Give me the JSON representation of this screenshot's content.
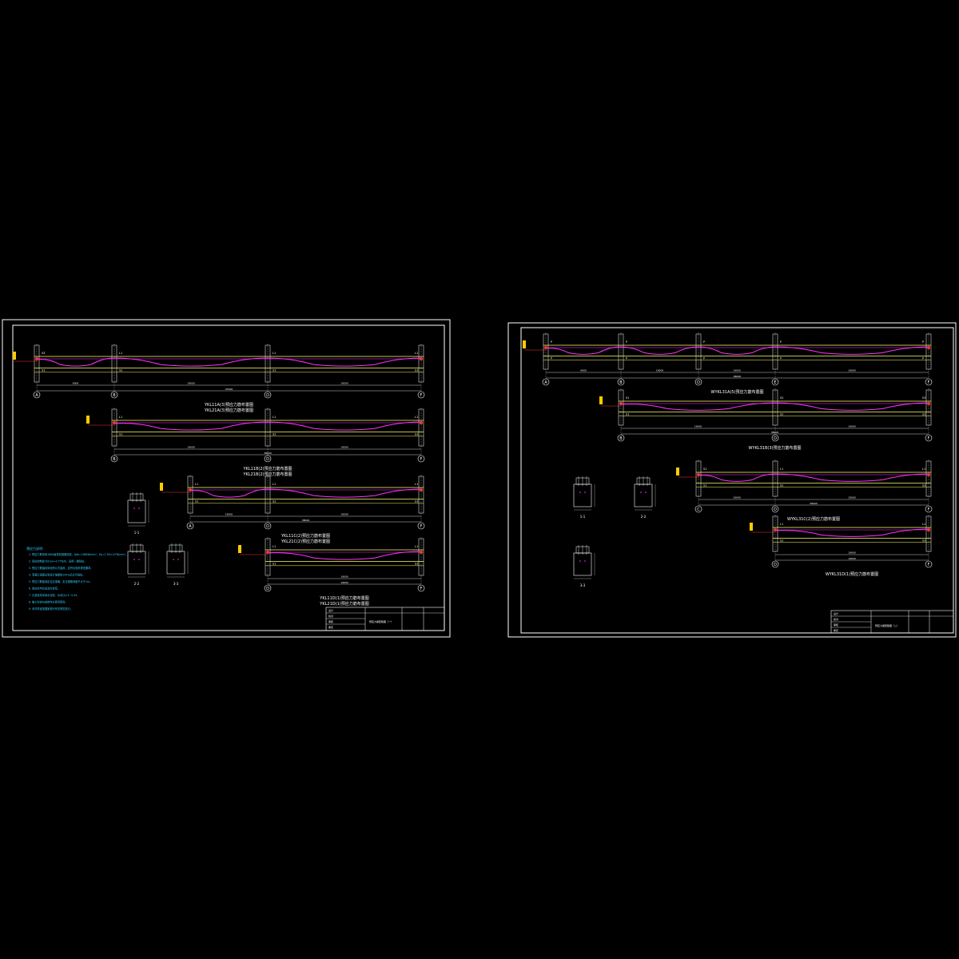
{
  "colors": {
    "background": "#000000",
    "frame": "#ffffff",
    "beam": "#ffff66",
    "tendon": "#ff33ff",
    "column": "#dddddd",
    "dimension": "#66ff66",
    "notes": "#33ccff",
    "marker": "#ff3333",
    "text": "#ffffff"
  },
  "sheet1": {
    "beams": [
      {
        "title1": "YKL11A(3)预应力筋布置图",
        "title2": "YKL21A(3)预应力筋布置图",
        "axes": [
          "A",
          "B",
          "D",
          "F"
        ],
        "spans": [
          "9000",
          "19000",
          "19000"
        ],
        "total": "47000",
        "labels": [
          "5Z",
          "L1",
          "L1",
          "L1"
        ],
        "lower_labels": [
          "S1",
          "S2",
          "S1",
          "S3"
        ]
      },
      {
        "title1": "YKL11B(2)预应力筋布置图",
        "title2": "YKL21B(2)预应力筋布置图",
        "axes": [
          "B",
          "D",
          "F"
        ],
        "spans": [
          "19000",
          "19000"
        ],
        "total": "38000",
        "labels": [
          "L1",
          "L1",
          "L1"
        ],
        "lower_labels": [
          "S1",
          "S2",
          "S3"
        ]
      },
      {
        "title1": "YKL11C(2)预应力筋布置图",
        "title2": "YKL21C(2)预应力筋布置图",
        "axes": [
          "A",
          "D",
          "F"
        ],
        "spans": [
          "19000",
          "19000"
        ],
        "total": "38000",
        "labels": [
          "L1",
          "L1",
          "L1"
        ],
        "lower_labels": [
          "S1",
          "S2",
          "S3"
        ]
      },
      {
        "title1": "YKL11D(1)预应力筋布置图",
        "title2": "YKL21D(1)预应力筋布置图",
        "axes": [
          "D",
          "F"
        ],
        "spans": [
          "19000"
        ],
        "total": "19000",
        "labels": [
          "L1",
          "L1"
        ],
        "lower_labels": [
          "S1",
          "S3"
        ]
      }
    ],
    "sections": [
      "1-1",
      "2-2",
      "3-3"
    ],
    "notes_title": "预应力说明：",
    "notes": [
      "1. 预应力筋采用1860级低松弛钢绞线，fptk=1860N/mm²，Ep=1.95×10⁵N/mm²。",
      "2. 张拉控制应力σcon=0.75fptk，采用一端张拉。",
      "3. 预应力筋锚具采用夹片式锚具，应符合相关规范要求。",
      "4. 混凝土强度达到设计强度的100%后方可张拉。",
      "5. 预应力筋曲线定位应准确，定位钢筋间距不大于1m。",
      "6. 张拉完毕后应及时灌浆。",
      "7. 孔道灌浆采用水泥浆，水灰比0.4~0.45。",
      "8. 施工时应与其他专业密切配合。",
      "9. 未尽事宜按国家现行有关规范执行。"
    ],
    "title_block": {
      "drawing_name": "预应力梁配筋图（一）",
      "rows": [
        "设计",
        "校对",
        "审核",
        "审定"
      ]
    }
  },
  "sheet2": {
    "beams": [
      {
        "title": "WYKL31A(5)预应力筋布置图",
        "axes": [
          "A",
          "B",
          "D",
          "E",
          "F"
        ],
        "spans": [
          "9000",
          "19000",
          "19000",
          "19000"
        ],
        "total": "66000",
        "labels": [
          "P",
          "P",
          "P",
          "P",
          "P"
        ],
        "lower_labels": [
          "P",
          "P",
          "P",
          "P",
          "P"
        ]
      },
      {
        "title": "WYKL31B(3)预应力筋布置图",
        "axes": [
          "B",
          "D",
          "F"
        ],
        "spans": [
          "19000",
          "19000"
        ],
        "total": "38000",
        "labels": [
          "S1",
          "S2",
          "S3"
        ],
        "lower_labels": [
          "S1",
          "S2",
          "S3"
        ]
      },
      {
        "title": "WYKL31C(2)预应力筋布置图",
        "axes": [
          "C",
          "D",
          "F"
        ],
        "spans": [
          "19000",
          "19000"
        ],
        "total": "38000",
        "labels": [
          "S1",
          "L1",
          "L1"
        ],
        "lower_labels": [
          "S1",
          "S2",
          "S3"
        ]
      },
      {
        "title": "WYKL31D(1)预应力筋布置图",
        "axes": [
          "D",
          "F"
        ],
        "spans": [
          "19000"
        ],
        "total": "19000",
        "labels": [
          "L1",
          "L1"
        ],
        "lower_labels": [
          "S1",
          "S3"
        ]
      }
    ],
    "sections": [
      "1-1",
      "2-2",
      "3-3"
    ],
    "title_block": {
      "drawing_name": "预应力梁配筋图（二）",
      "rows": [
        "设计",
        "校对",
        "审核",
        "审定"
      ]
    }
  }
}
